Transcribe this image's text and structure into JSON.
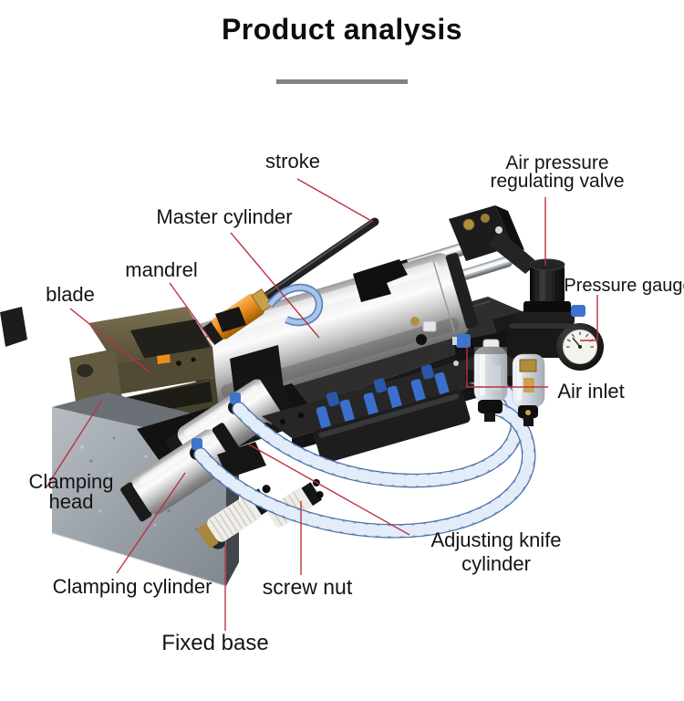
{
  "title": {
    "text": "Product analysis"
  },
  "diagram": {
    "labels": {
      "stroke": {
        "lines": [
          "stroke"
        ]
      },
      "master_cylinder": {
        "lines": [
          "Master cylinder"
        ]
      },
      "air_pressure_regulating_valve": {
        "lines": [
          "Air pressure",
          "regulating valve"
        ]
      },
      "mandrel": {
        "lines": [
          "mandrel"
        ]
      },
      "blade": {
        "lines": [
          "blade"
        ]
      },
      "pressure_gauge": {
        "lines": [
          "Pressure gauge"
        ]
      },
      "air_inlet": {
        "lines": [
          "Air inlet"
        ]
      },
      "clamping_head": {
        "lines": [
          "Clamping",
          "head"
        ]
      },
      "clamping_cylinder": {
        "lines": [
          "Clamping cylinder"
        ]
      },
      "screw_nut": {
        "lines": [
          "screw nut"
        ]
      },
      "adjusting_knife_cylinder": {
        "lines": [
          "Adjusting knife",
          "cylinder"
        ]
      },
      "fixed_base": {
        "lines": [
          "Fixed base"
        ]
      }
    },
    "colors": {
      "leader_line": "#bb3242",
      "title_underline": "#828282",
      "machine_silver": "#d9d9d9",
      "machine_black": "#1c1c1c",
      "mandrel_orange": "#ea8c1e",
      "hose_blue": "#93b7e4",
      "fitting_blue": "#3f74cc",
      "base_gray": "#9aa1a8",
      "blade_olive": "#6e6549"
    }
  }
}
